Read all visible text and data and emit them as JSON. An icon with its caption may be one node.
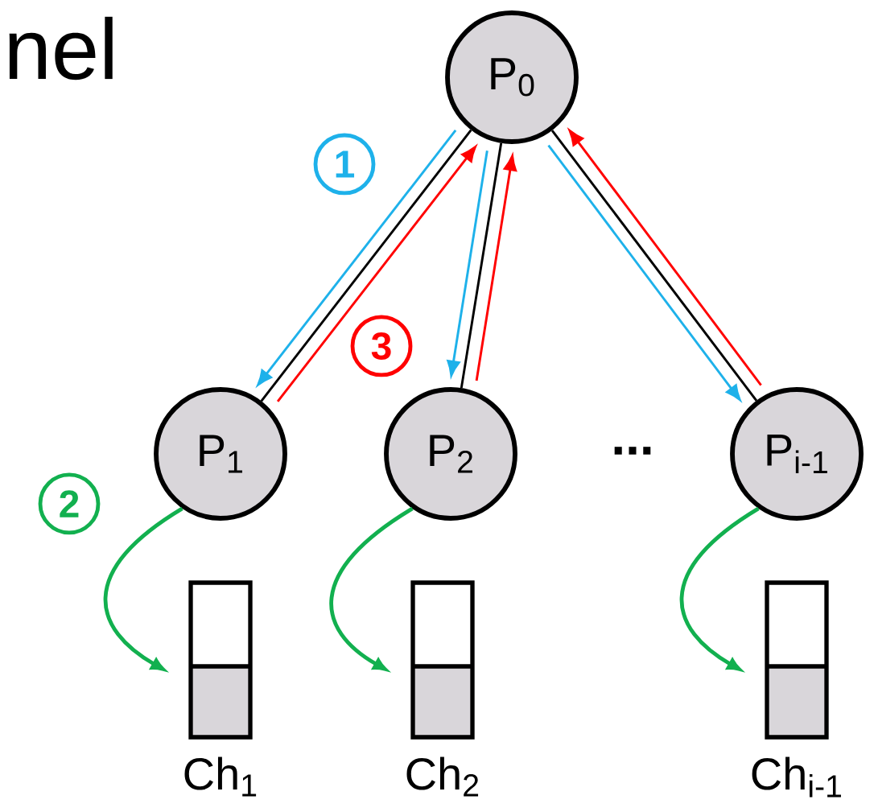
{
  "diagram": {
    "nodes": [
      {
        "text": [
          "P$_{0}$"
        ]
      },
      {
        "text": [
          "P$_{1}$"
        ]
      },
      {
        "text": [
          "P$_{2}$"
        ]
      },
      {
        "text": [
          "P$_{i-1}$"
        ]
      },
      {
        "text": [],
        "shape": "box",
        "beside": [
          "Ch$_{1}$"
        ]
      },
      {
        "text": [],
        "shape": "box",
        "beside": [
          "Ch$_{2}$"
        ]
      },
      {
        "text": [],
        "shape": "box",
        "beside": [
          "Ch$_{i-1}$"
        ]
      }
    ],
    "edges": [
      {
        "from": 0,
        "to": 1,
        "arrow": "none"
      },
      {
        "from": 0,
        "to": 1,
        "arrow": "to",
        "color": "#1eb1ea"
      },
      {
        "from": 1,
        "to": 0,
        "arrow": "to",
        "color": "#ff0000"
      },
      {
        "from": 0,
        "to": 2,
        "arrow": "none"
      },
      {
        "from": 0,
        "to": 2,
        "arrow": "to",
        "color": "#1eb1ea"
      },
      {
        "from": 2,
        "to": 0,
        "arrow": "to",
        "color": "#ff0000"
      },
      {
        "from": 0,
        "to": 3,
        "arrow": "none"
      },
      {
        "from": 0,
        "to": 3,
        "arrow": "to",
        "color": "#1eb1ea"
      },
      {
        "from": 3,
        "to": 0,
        "arrow": "to",
        "color": "#ff0000"
      },
      {
        "from": 1,
        "to": 4,
        "arrow": "to",
        "color": "#12b04f"
      },
      {
        "from": 2,
        "to": 5,
        "arrow": "to",
        "color": "#12b04f"
      },
      {
        "from": 3,
        "to": 6,
        "arrow": "to",
        "color": "#12b04f"
      }
    ],
    "labels": [
      "nel",
      "1",
      "3",
      "2",
      "..."
    ]
  }
}
